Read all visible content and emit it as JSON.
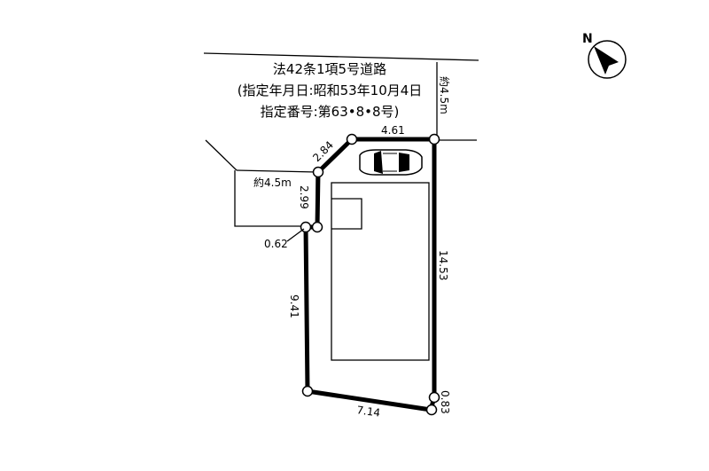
{
  "road": {
    "line1": "法42条1項5号道路",
    "line2": "(指定年月日:昭和53年10月4日",
    "line3": "指定番号:第63•8•8号)"
  },
  "compass": {
    "label": "N",
    "icon": "north-arrow-icon"
  },
  "road_widths": {
    "top": "約4.5m",
    "left": "約4.5m"
  },
  "dimensions": {
    "d_2_84": "2.84",
    "d_4_61": "4.61",
    "d_2_99": "2.99",
    "d_0_62": "0.62",
    "d_9_41": "9.41",
    "d_14_53": "14.53",
    "d_7_14": "7.14",
    "d_0_83": "0.83"
  },
  "icons": {
    "car": "car-icon"
  }
}
